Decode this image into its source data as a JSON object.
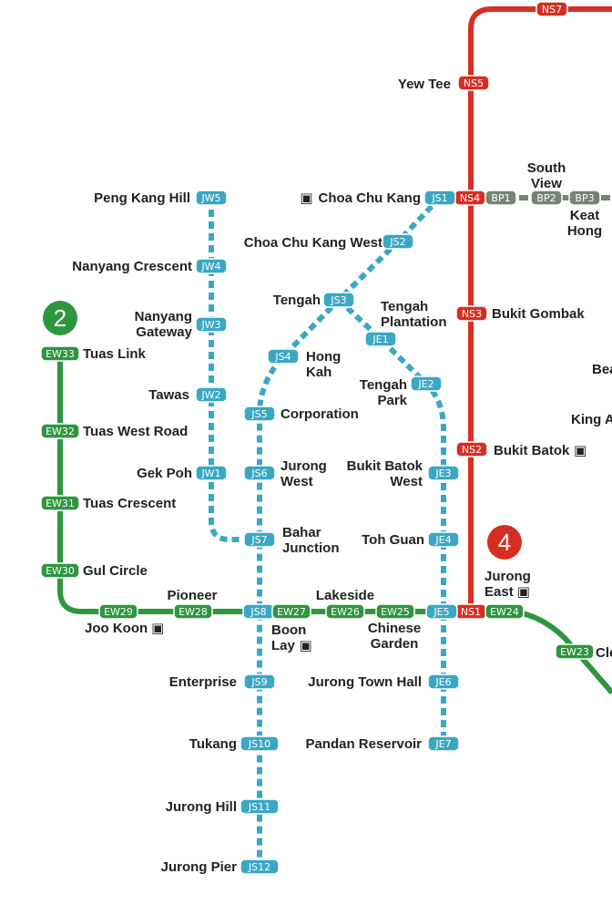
{
  "colors": {
    "NS": "#d52f24",
    "EW": "#2e963f",
    "BP": "#748477",
    "J": "#3aa8c4"
  },
  "line_badges": [
    {
      "id": "east-west-line-number",
      "text": "2",
      "line": "EW"
    },
    {
      "id": "north-south-line-number",
      "text": "4",
      "line": "NS"
    }
  ],
  "stations": [
    {
      "code": "NS7",
      "name": [],
      "line": "NS"
    },
    {
      "code": "NS5",
      "name": [
        "Yew Tee"
      ],
      "line": "NS"
    },
    {
      "code": "NS4",
      "name": [
        "Choa Chu Kang"
      ],
      "line": "NS",
      "bus": true
    },
    {
      "code": "NS3",
      "name": [
        "Bukit Gombak"
      ],
      "line": "NS"
    },
    {
      "code": "NS2",
      "name": [
        "Bukit Batok"
      ],
      "line": "NS",
      "bus": true
    },
    {
      "code": "NS1",
      "name": [
        "Jurong",
        "East"
      ],
      "line": "NS",
      "bus": true
    },
    {
      "code": "BP1",
      "name": [],
      "line": "BP"
    },
    {
      "code": "BP2",
      "name": [
        "South",
        "View"
      ],
      "line": "BP"
    },
    {
      "code": "BP3",
      "name": [
        "Keat",
        "Hong"
      ],
      "line": "BP"
    },
    {
      "code": "JS1",
      "name": [],
      "line": "J"
    },
    {
      "code": "JS2",
      "name": [
        "Choa Chu Kang West"
      ],
      "line": "J"
    },
    {
      "code": "JS3",
      "name": [
        "Tengah"
      ],
      "line": "J"
    },
    {
      "code": "JS4",
      "name": [
        "Hong",
        "Kah"
      ],
      "line": "J"
    },
    {
      "code": "JS5",
      "name": [
        "Corporation"
      ],
      "line": "J"
    },
    {
      "code": "JS6",
      "name": [
        "Jurong",
        "West"
      ],
      "line": "J"
    },
    {
      "code": "JS7",
      "name": [
        "Bahar",
        "Junction"
      ],
      "line": "J"
    },
    {
      "code": "JS8",
      "name": [
        "Boon",
        "Lay"
      ],
      "line": "J",
      "bus": true
    },
    {
      "code": "JS9",
      "name": [
        "Enterprise"
      ],
      "line": "J"
    },
    {
      "code": "JS10",
      "name": [
        "Tukang"
      ],
      "line": "J"
    },
    {
      "code": "JS11",
      "name": [
        "Jurong Hill"
      ],
      "line": "J"
    },
    {
      "code": "JS12",
      "name": [
        "Jurong Pier"
      ],
      "line": "J"
    },
    {
      "code": "JE1",
      "name": [
        "Tengah",
        "Plantation"
      ],
      "line": "J"
    },
    {
      "code": "JE2",
      "name": [
        "Tengah",
        "Park"
      ],
      "line": "J"
    },
    {
      "code": "JE3",
      "name": [
        "Bukit Batok",
        "West"
      ],
      "line": "J"
    },
    {
      "code": "JE4",
      "name": [
        "Toh Guan"
      ],
      "line": "J"
    },
    {
      "code": "JE5",
      "name": [],
      "line": "J"
    },
    {
      "code": "JE6",
      "name": [
        "Jurong Town Hall"
      ],
      "line": "J"
    },
    {
      "code": "JE7",
      "name": [
        "Pandan Reservoir"
      ],
      "line": "J"
    },
    {
      "code": "JW5",
      "name": [
        "Peng Kang Hill"
      ],
      "line": "J"
    },
    {
      "code": "JW4",
      "name": [
        "Nanyang Crescent"
      ],
      "line": "J"
    },
    {
      "code": "JW3",
      "name": [
        "Nanyang",
        "Gateway"
      ],
      "line": "J"
    },
    {
      "code": "JW2",
      "name": [
        "Tawas"
      ],
      "line": "J"
    },
    {
      "code": "JW1",
      "name": [
        "Gek Poh"
      ],
      "line": "J"
    },
    {
      "code": "EW33",
      "name": [
        "Tuas Link"
      ],
      "line": "EW"
    },
    {
      "code": "EW32",
      "name": [
        "Tuas West Road"
      ],
      "line": "EW"
    },
    {
      "code": "EW31",
      "name": [
        "Tuas Crescent"
      ],
      "line": "EW"
    },
    {
      "code": "EW30",
      "name": [
        "Gul Circle"
      ],
      "line": "EW"
    },
    {
      "code": "EW29",
      "name": [
        "Joo Koon"
      ],
      "line": "EW",
      "bus": true
    },
    {
      "code": "EW28",
      "name": [
        "Pioneer"
      ],
      "line": "EW"
    },
    {
      "code": "EW27",
      "name": [],
      "line": "EW"
    },
    {
      "code": "EW26",
      "name": [
        "Lakeside"
      ],
      "line": "EW"
    },
    {
      "code": "EW25",
      "name": [
        "Chinese",
        "Garden"
      ],
      "line": "EW"
    },
    {
      "code": "EW24",
      "name": [],
      "line": "EW"
    },
    {
      "code": "EW23",
      "name": [
        "Cle"
      ],
      "line": "EW"
    }
  ],
  "cut_off_labels": [
    "Bea",
    "King A"
  ]
}
